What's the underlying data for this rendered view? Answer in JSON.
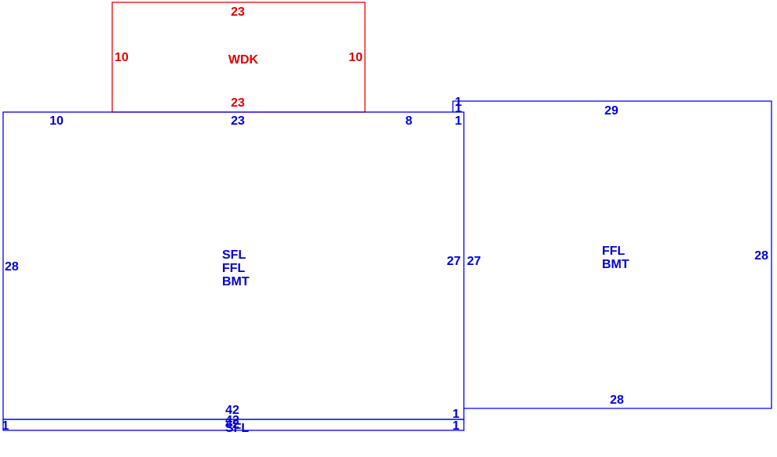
{
  "colors": {
    "blue": "#0000d0",
    "blue_line": "#0000ff",
    "red": "#e00000",
    "red_line": "#ee0000",
    "background": "#ffffff"
  },
  "wdk": {
    "top": "23",
    "left": "10",
    "right": "10",
    "bottom": "23",
    "name": "WDK"
  },
  "main": {
    "top_left_seg": "10",
    "top_mid_seg": "23",
    "top_right_seg": "8",
    "top_jog": "1",
    "left": "28",
    "right": "27",
    "bottom": "42",
    "names": [
      "SFL",
      "FFL",
      "BMT"
    ]
  },
  "east": {
    "jog_top": "1",
    "jog_side": "1",
    "top": "29",
    "left": "27",
    "right": "28",
    "bottom": "28",
    "names": [
      "FFL",
      "BMT"
    ]
  },
  "strip": {
    "corner_right_top": "1",
    "top": "42",
    "left": "1",
    "right": "1",
    "bottom": "42",
    "name": "SFL"
  }
}
